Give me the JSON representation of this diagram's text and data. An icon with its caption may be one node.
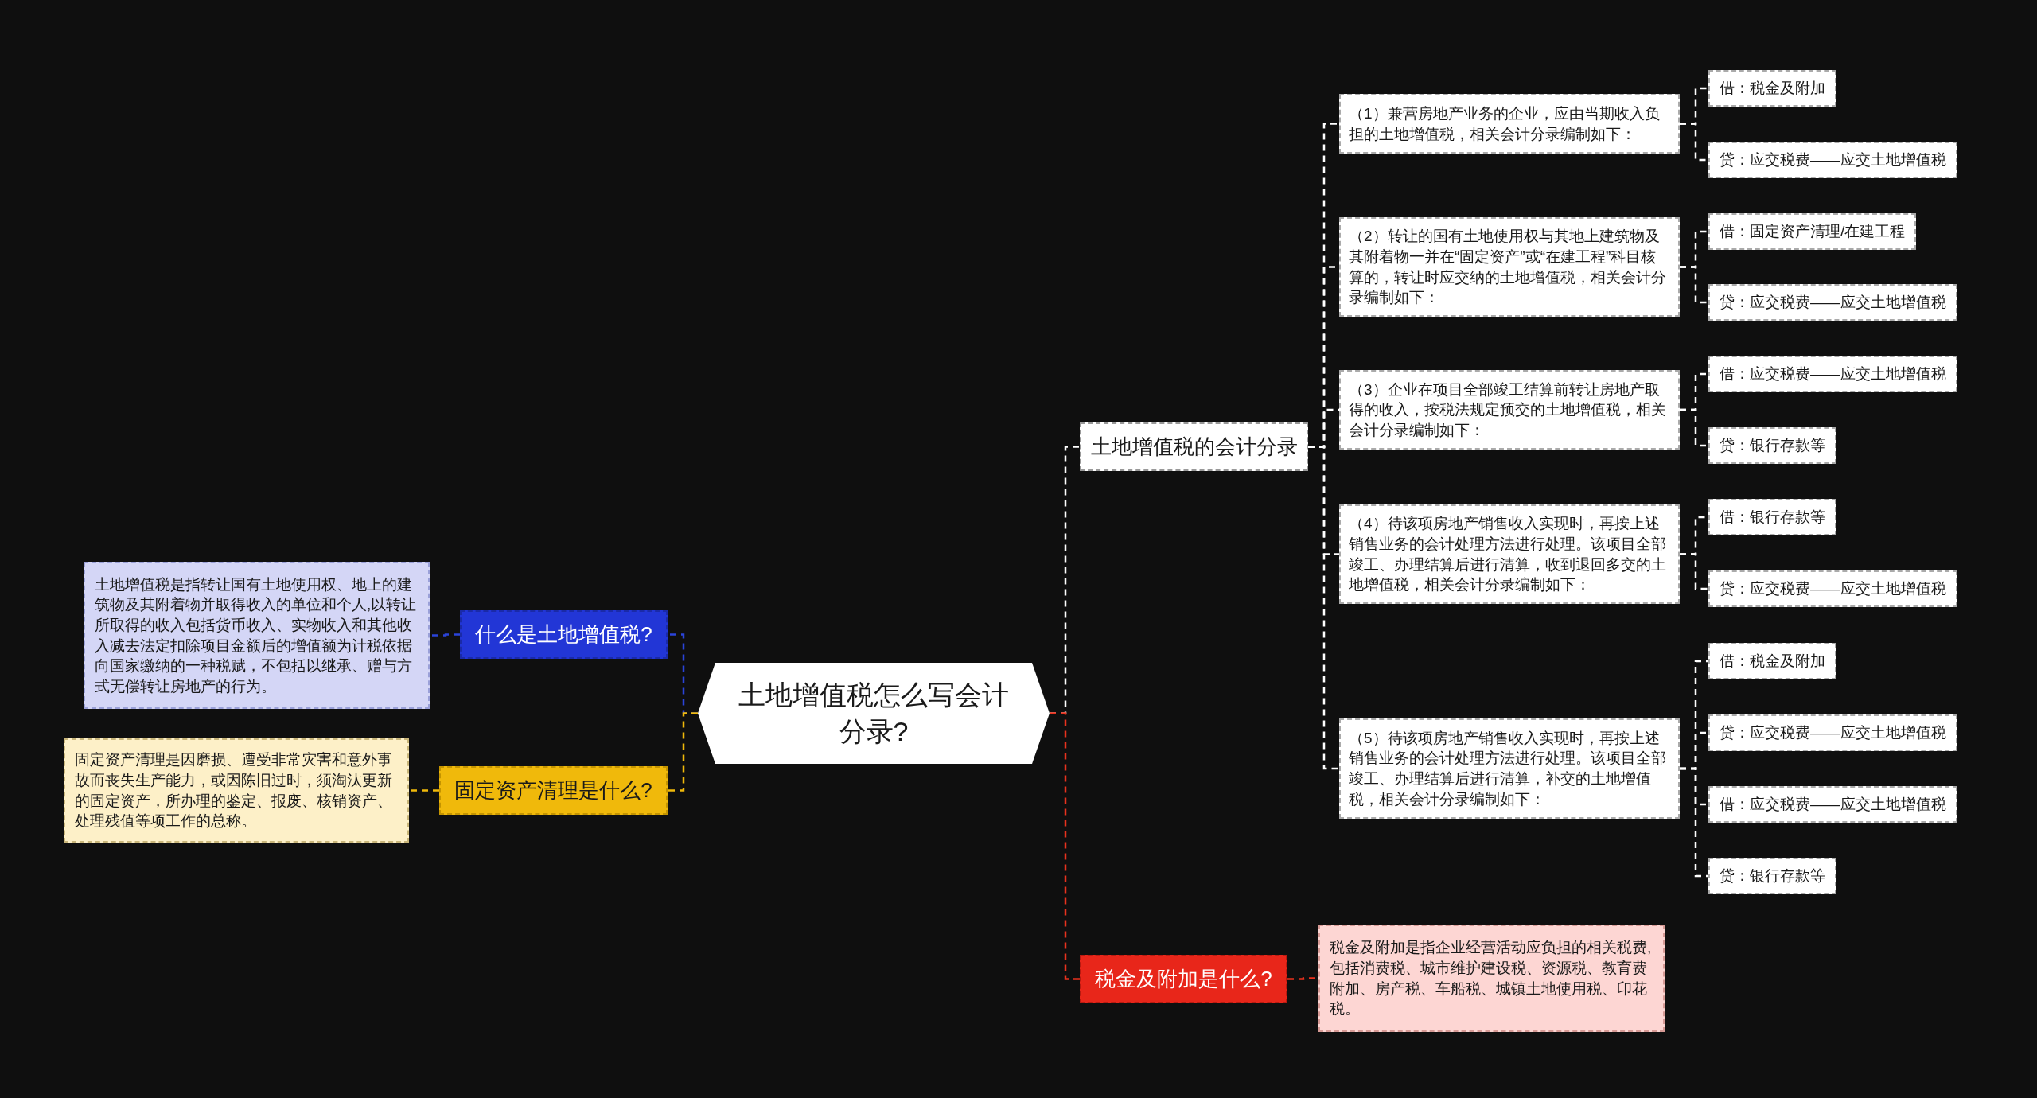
{
  "diagram": {
    "nodes": [
      {
        "text": [
          "土地增值税怎么写会计分录?"
        ]
      },
      {
        "text": [
          "什么是土地增值税?"
        ]
      },
      {
        "text": [
          "土地增值税是指转让国有土地使用权、地上的建筑物及其附着物并取得收入的单位和个人,以转让所取得的收入包括货币收入、实物收入和其他收入减去法定扣除项目金额后的增值额为计税依据向国家缴纳的一种税赋，不包括以继承、赠与方式无偿转让房地产的行为。"
        ]
      },
      {
        "text": [
          "固定资产清理是什么?"
        ]
      },
      {
        "text": [
          "固定资产清理是因磨损、遭受非常灾害和意外事故而丧失生产能力，或因陈旧过时，须淘汰更新的固定资产，所办理的鉴定、报废、核销资产、处理残值等项工作的总称。"
        ]
      },
      {
        "text": [
          "土地增值税的会计分录"
        ]
      },
      {
        "text": [
          "（1）兼营房地产业务的企业，应由当期收入负担的土地增值税，相关会计分录编制如下："
        ]
      },
      {
        "text": [
          "借：税金及附加"
        ]
      },
      {
        "text": [
          "贷：应交税费——应交土地增值税"
        ]
      },
      {
        "text": [
          "（2）转让的国有土地使用权与其地上建筑物及其附着物一并在“固定资产”或“在建工程”科目核算的，转让时应交纳的土地增值税，相关会计分录编制如下："
        ]
      },
      {
        "text": [
          "借：固定资产清理/在建工程"
        ]
      },
      {
        "text": [
          "贷：应交税费——应交土地增值税"
        ]
      },
      {
        "text": [
          "（3）企业在项目全部竣工结算前转让房地产取得的收入，按税法规定预交的土地增值税，相关会计分录编制如下："
        ]
      },
      {
        "text": [
          "借：应交税费——应交土地增值税"
        ]
      },
      {
        "text": [
          "贷：银行存款等"
        ]
      },
      {
        "text": [
          "（4）待该项房地产销售收入实现时，再按上述销售业务的会计处理方法进行处理。该项目全部竣工、办理结算后进行清算，收到退回多交的土地增值税，相关会计分录编制如下："
        ]
      },
      {
        "text": [
          "借：银行存款等"
        ]
      },
      {
        "text": [
          "贷：应交税费——应交土地增值税"
        ]
      },
      {
        "text": [
          "（5）待该项房地产销售收入实现时，再按上述销售业务的会计处理方法进行处理。该项目全部竣工、办理结算后进行清算，补交的土地增值税，相关会计分录编制如下："
        ]
      },
      {
        "text": [
          "借：税金及附加"
        ]
      },
      {
        "text": [
          "贷：应交税费——应交土地增值税"
        ]
      },
      {
        "text": [
          "借：应交税费——应交土地增值税"
        ]
      },
      {
        "text": [
          "贷：银行存款等"
        ]
      },
      {
        "text": [
          "税金及附加是什么?"
        ]
      },
      {
        "text": [
          "税金及附加是指企业经营活动应负担的相关税费,包括消费税、城市维护建设税、资源税、教育费附加、房产税、车船税、城镇土地使用税、印花税。"
        ]
      }
    ],
    "edges": [
      {
        "from": 0,
        "to": 1,
        "arrow": "none",
        "style": "dashed",
        "color": "#2b44d9"
      },
      {
        "from": 1,
        "to": 2,
        "arrow": "none",
        "style": "dashed",
        "color": "#2b44d9"
      },
      {
        "from": 0,
        "to": 3,
        "arrow": "none",
        "style": "dashed",
        "color": "#f0b90b"
      },
      {
        "from": 3,
        "to": 4,
        "arrow": "none",
        "style": "dashed",
        "color": "#f0b90b"
      },
      {
        "from": 0,
        "to": 5,
        "arrow": "none",
        "style": "dashed"
      },
      {
        "from": 5,
        "to": 6,
        "arrow": "none",
        "style": "dashed"
      },
      {
        "from": 6,
        "to": 7,
        "arrow": "none",
        "style": "dashed"
      },
      {
        "from": 6,
        "to": 8,
        "arrow": "none",
        "style": "dashed"
      },
      {
        "from": 5,
        "to": 9,
        "arrow": "none",
        "style": "dashed"
      },
      {
        "from": 9,
        "to": 10,
        "arrow": "none",
        "style": "dashed"
      },
      {
        "from": 9,
        "to": 11,
        "arrow": "none",
        "style": "dashed"
      },
      {
        "from": 5,
        "to": 12,
        "arrow": "none",
        "style": "dashed"
      },
      {
        "from": 12,
        "to": 13,
        "arrow": "none",
        "style": "dashed"
      },
      {
        "from": 12,
        "to": 14,
        "arrow": "none",
        "style": "dashed"
      },
      {
        "from": 5,
        "to": 15,
        "arrow": "none",
        "style": "dashed"
      },
      {
        "from": 15,
        "to": 16,
        "arrow": "none",
        "style": "dashed"
      },
      {
        "from": 15,
        "to": 17,
        "arrow": "none",
        "style": "dashed"
      },
      {
        "from": 5,
        "to": 18,
        "arrow": "none",
        "style": "dashed"
      },
      {
        "from": 18,
        "to": 19,
        "arrow": "none",
        "style": "dashed"
      },
      {
        "from": 18,
        "to": 20,
        "arrow": "none",
        "style": "dashed"
      },
      {
        "from": 18,
        "to": 21,
        "arrow": "none",
        "style": "dashed"
      },
      {
        "from": 18,
        "to": 22,
        "arrow": "none",
        "style": "dashed"
      },
      {
        "from": 0,
        "to": 23,
        "arrow": "none",
        "style": "dashed",
        "color": "#e8321e"
      },
      {
        "from": 23,
        "to": 24,
        "arrow": "none",
        "style": "dashed",
        "color": "#e8321e"
      }
    ]
  }
}
